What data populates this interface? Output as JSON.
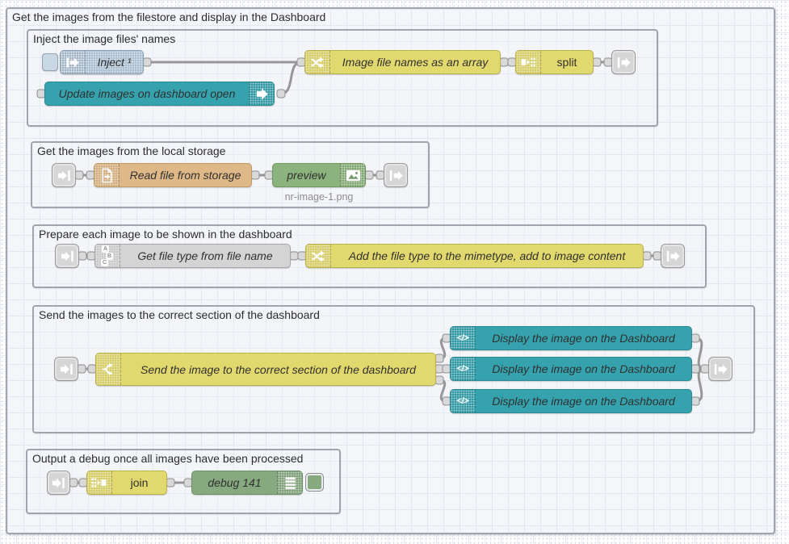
{
  "outer_group": {
    "title": "Get the images from the filestore and display in the Dashboard"
  },
  "groups": [
    {
      "title": "Inject the image files' names",
      "nodes": {
        "inject": {
          "label": "Inject ¹"
        },
        "update": {
          "label": "Update images on dashboard open"
        },
        "make_array": {
          "label": "Image file names as an array"
        },
        "split": {
          "label": "split"
        }
      }
    },
    {
      "title": "Get the images from the local storage",
      "nodes": {
        "read_file": {
          "label": "Read file from storage"
        },
        "preview": {
          "label": "preview",
          "status": "nr-image-1.png"
        }
      }
    },
    {
      "title": "Prepare each image to be shown in the dashboard",
      "nodes": {
        "get_type": {
          "label": "Get file type from file name"
        },
        "add_type": {
          "label": "Add the file type to the mimetype, add to image content"
        }
      }
    },
    {
      "title": "Send the images to the correct section of the dashboard",
      "nodes": {
        "switch": {
          "label": "Send the image to the correct section of the dashboard"
        },
        "display1": {
          "label": "Display the image on the Dashboard"
        },
        "display2": {
          "label": "Display the image on the Dashboard"
        },
        "display3": {
          "label": "Display the image on the Dashboard"
        }
      }
    },
    {
      "title": "Output a debug once all images have been processed",
      "nodes": {
        "join": {
          "label": "join"
        },
        "debug": {
          "label": "debug 141"
        }
      }
    }
  ],
  "icons": {
    "template_glyph": "</>",
    "abc": [
      "A",
      "B",
      "C"
    ]
  },
  "colors": {
    "inject": "#aabfd1",
    "teal": "#35a2ad",
    "yellow": "#e2d96e",
    "tan": "#deb887",
    "greenp": "#8cb37d",
    "greend": "#87a980",
    "gray": "#d4d4d4",
    "link": "#d6d6d6",
    "wire": "#979797",
    "port": "#d9d9d9"
  }
}
